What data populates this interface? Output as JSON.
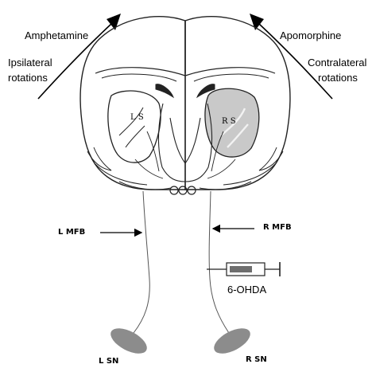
{
  "labels": {
    "amphetamine": "Amphetamine",
    "ipsilateral_line1": "Ipsilateral",
    "ipsilateral_line2": "rotations",
    "apomorphine": "Apomorphine",
    "contralateral_line1": "Contralateral",
    "contralateral_line2": "rotations",
    "left_striatum": "L S",
    "right_striatum": "R S",
    "left_mfb": "L  MFB",
    "right_mfb": "R  MFB",
    "toxin": "6-OHDA",
    "left_sn": "L SN",
    "right_sn": "R SN"
  },
  "colors": {
    "outline": "#222222",
    "lesion_fill": "#c9c9c9",
    "lesion_stripe": "#f2f2f2",
    "sn_fill": "#8c8c8c",
    "syringe_barrel": "#6e6e6e"
  },
  "icons": {
    "rotation_arrow_left": "curved-arrow-icon",
    "rotation_arrow_right": "curved-arrow-icon",
    "syringe": "syringe-icon"
  }
}
